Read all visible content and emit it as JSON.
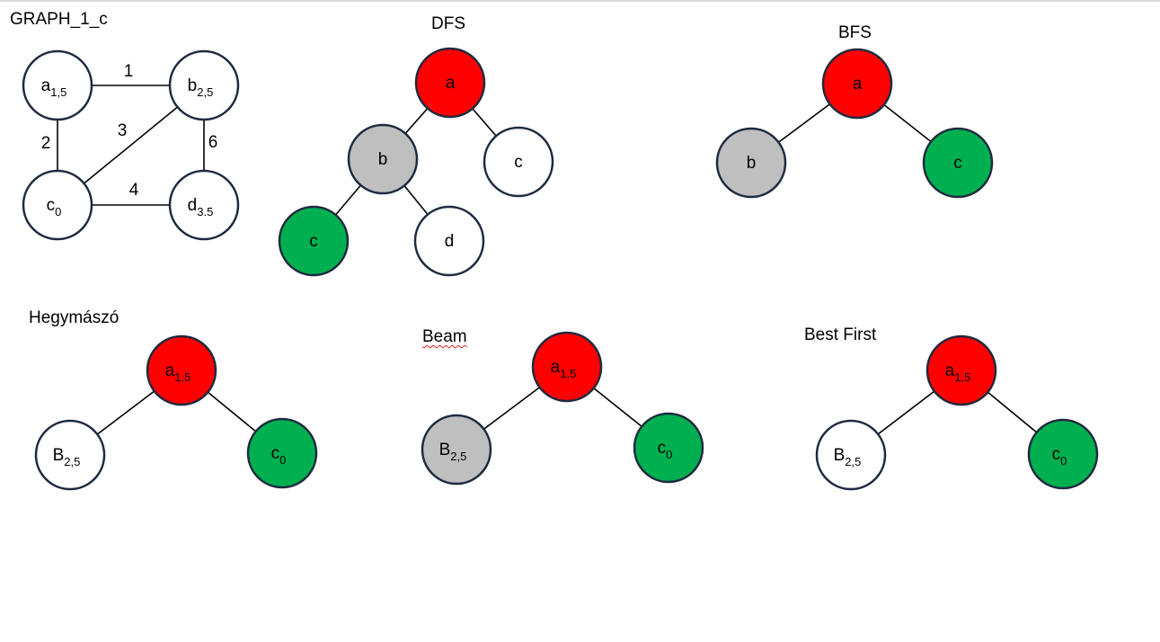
{
  "titles": {
    "graph": "GRAPH_1_c",
    "dfs": "DFS",
    "bfs": "BFS",
    "hill": "Hegymászó",
    "beam": "Beam",
    "best_first": "Best First"
  },
  "colors": {
    "expanded": "#ff0000",
    "goal": "#00b050",
    "visited": "#bfbfbf",
    "open": "#ffffff",
    "node_border": "#1e2a3f"
  },
  "graph": {
    "nodes": [
      {
        "id": "a",
        "label": "a",
        "sub": "1,5",
        "state": "open"
      },
      {
        "id": "b",
        "label": "b",
        "sub": "2,5",
        "state": "open"
      },
      {
        "id": "c",
        "label": "c",
        "sub": "0",
        "state": "open"
      },
      {
        "id": "d",
        "label": "d",
        "sub": "3.5",
        "state": "open"
      }
    ],
    "edges": [
      {
        "from": "a",
        "to": "b",
        "weight": "1"
      },
      {
        "from": "a",
        "to": "c",
        "weight": "2"
      },
      {
        "from": "b",
        "to": "c",
        "weight": "3"
      },
      {
        "from": "c",
        "to": "d",
        "weight": "4"
      },
      {
        "from": "b",
        "to": "d",
        "weight": "6"
      }
    ]
  },
  "dfs": {
    "nodes": [
      {
        "id": "a",
        "label": "a",
        "state": "expanded"
      },
      {
        "id": "b",
        "label": "b",
        "state": "visited"
      },
      {
        "id": "c1",
        "label": "c",
        "state": "open"
      },
      {
        "id": "c2",
        "label": "c",
        "state": "goal"
      },
      {
        "id": "d",
        "label": "d",
        "state": "open"
      }
    ],
    "edges": [
      [
        "a",
        "b"
      ],
      [
        "a",
        "c1"
      ],
      [
        "b",
        "c2"
      ],
      [
        "b",
        "d"
      ]
    ]
  },
  "bfs": {
    "nodes": [
      {
        "id": "a",
        "label": "a",
        "state": "expanded"
      },
      {
        "id": "b",
        "label": "b",
        "state": "visited"
      },
      {
        "id": "c",
        "label": "c",
        "state": "goal"
      }
    ],
    "edges": [
      [
        "a",
        "b"
      ],
      [
        "a",
        "c"
      ]
    ]
  },
  "hill": {
    "nodes": [
      {
        "id": "a",
        "label": "a",
        "sub": "1,5",
        "state": "expanded"
      },
      {
        "id": "b",
        "label": "B",
        "sub": "2,5",
        "state": "open"
      },
      {
        "id": "c",
        "label": "c",
        "sub": "0",
        "state": "goal"
      }
    ],
    "edges": [
      [
        "a",
        "b"
      ],
      [
        "a",
        "c"
      ]
    ]
  },
  "beam": {
    "nodes": [
      {
        "id": "a",
        "label": "a",
        "sub": "1,5",
        "state": "expanded"
      },
      {
        "id": "b",
        "label": "B",
        "sub": "2,5",
        "state": "visited"
      },
      {
        "id": "c",
        "label": "c",
        "sub": "0",
        "state": "goal"
      }
    ],
    "edges": [
      [
        "a",
        "b"
      ],
      [
        "a",
        "c"
      ]
    ]
  },
  "best_first": {
    "nodes": [
      {
        "id": "a",
        "label": "a",
        "sub": "1,5",
        "state": "expanded"
      },
      {
        "id": "b",
        "label": "B",
        "sub": "2,5",
        "state": "open"
      },
      {
        "id": "c",
        "label": "c",
        "sub": "0",
        "state": "goal"
      }
    ],
    "edges": [
      [
        "a",
        "b"
      ],
      [
        "a",
        "c"
      ]
    ]
  }
}
